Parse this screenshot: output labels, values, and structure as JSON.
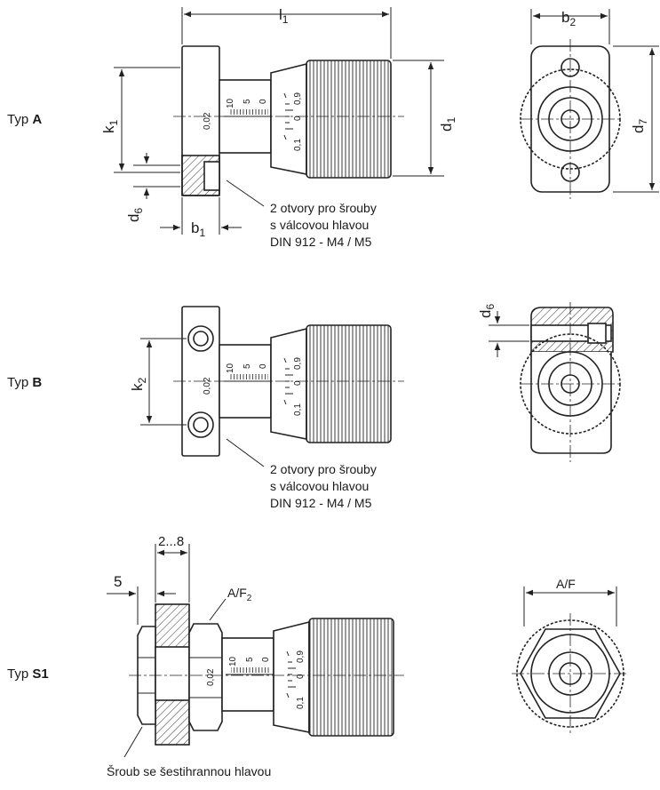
{
  "types": [
    {
      "prefix": "Typ",
      "code": "A"
    },
    {
      "prefix": "Typ",
      "code": "B"
    },
    {
      "prefix": "Typ",
      "code": "S1"
    }
  ],
  "dimensions": {
    "l1": "l",
    "l1_sub": "1",
    "b2": "b",
    "b2_sub": "2",
    "k1": "k",
    "k1_sub": "1",
    "d1": "d",
    "d1_sub": "1",
    "d7": "d",
    "d7_sub": "7",
    "d6": "d",
    "d6_sub": "6",
    "b1": "b",
    "b1_sub": "1",
    "k2": "k",
    "k2_sub": "2",
    "d6b": "d",
    "d6b_sub": "6",
    "range": "2...8",
    "five": "5",
    "af2": "A/F",
    "af2_sub": "2",
    "af": "A/F"
  },
  "scale": {
    "sleeve": [
      "10",
      "5",
      "0"
    ],
    "thimble": [
      "0,9",
      "0",
      "0,1"
    ],
    "resolution": "0,02"
  },
  "notes": {
    "holes": [
      "2 otvory pro šrouby",
      "s válcovou hlavou",
      "DIN 912 - M4 / M5"
    ],
    "hexbolt": "Šroub se šestihrannou hlavou"
  }
}
